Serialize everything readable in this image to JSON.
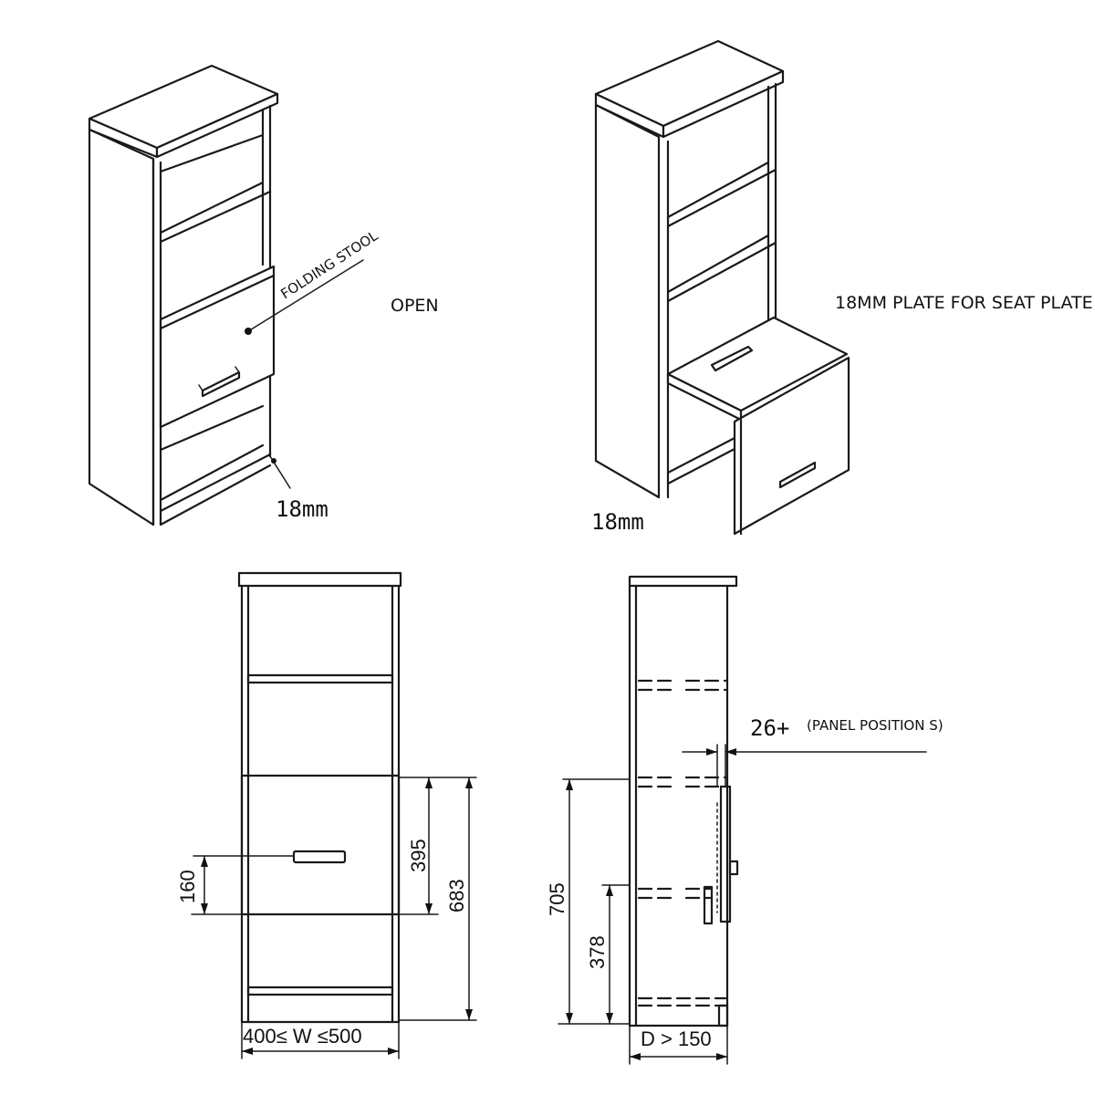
{
  "labels": {
    "folding_stool": "FOLDING STOOL",
    "open": "OPEN",
    "seat_plate": "18MM PLATE FOR SEAT PLATE",
    "thickness_left": "18mm",
    "thickness_right": "18mm",
    "panel_position_value": "26+",
    "panel_position_note": "(PANEL POSITION S)"
  },
  "dimensions": {
    "handle_height": "160",
    "door_height": "395",
    "total_lower": "683",
    "width_range": "400≤ W ≤500",
    "seat_height": "705",
    "hinge_height": "378",
    "depth_min": "D > 150"
  }
}
